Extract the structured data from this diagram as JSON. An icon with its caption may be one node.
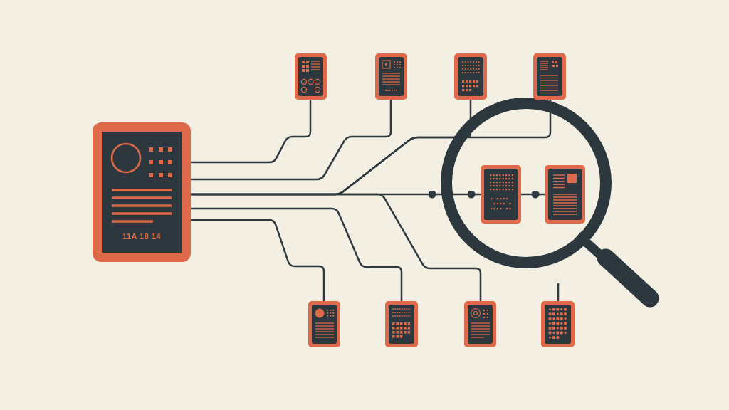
{
  "diagram": {
    "nodes": [
      {
        "text": [
          "11A 18 14"
        ]
      },
      {
        "text": [],
        "shape": "picture"
      },
      {
        "text": [],
        "shape": "picture"
      },
      {
        "text": [],
        "shape": "picture"
      },
      {
        "text": [],
        "shape": "picture"
      },
      {
        "text": [],
        "shape": "picture"
      },
      {
        "text": [],
        "shape": "picture"
      },
      {
        "text": [],
        "shape": "picture"
      },
      {
        "text": [],
        "shape": "picture"
      },
      {
        "text": [],
        "shape": "picture"
      },
      {
        "text": [],
        "shape": "picture"
      }
    ],
    "edges": [
      {
        "from": 0,
        "to": 1,
        "arrow": "none"
      },
      {
        "from": 0,
        "to": 2,
        "arrow": "none"
      },
      {
        "from": 0,
        "to": 3,
        "arrow": "none"
      },
      {
        "from": 0,
        "to": 4,
        "arrow": "none"
      },
      {
        "from": 0,
        "to": 5,
        "arrow": "none"
      },
      {
        "from": 0,
        "to": 6,
        "arrow": "none"
      },
      {
        "from": 0,
        "to": 7,
        "arrow": "none"
      },
      {
        "from": 0,
        "to": 9,
        "arrow": "other"
      },
      {
        "from": 9,
        "to": 10,
        "arrow": "other"
      },
      {
        "from": null,
        "to": 8,
        "arrow": "none"
      }
    ]
  }
}
